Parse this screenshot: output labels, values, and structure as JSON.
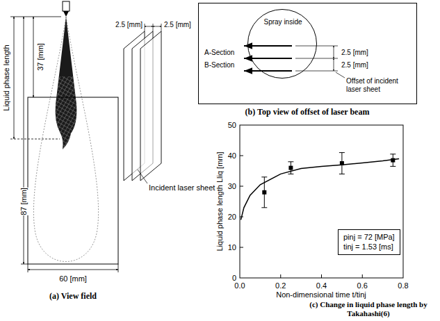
{
  "diagram": {
    "nodes": [
      {
        "text": [
          "A-Section",
          "B-Section",
          "2.5 [mm]",
          "2.5 [mm]",
          "Offset of incident laser sheet"
        ]
      },
      {
        "text": [
          "Spray inside"
        ],
        "in": 0
      },
      {
        "text": [
          "pinj = 72 [MPa]",
          "tinj = 1.53 [ms]"
        ]
      }
    ],
    "labels": [
      "Liquid phase length",
      "37 [mm]",
      "87 [mm]",
      "60 [mm]",
      "(a) View field",
      "2.5 [mm]",
      "2.5 [mm]",
      "Incident laser sheet",
      "(b) Top view of offset of laser beam",
      "Liquid phase length Lliq [mm]",
      "0",
      "10",
      "20",
      "30",
      "40",
      "50",
      "0.0",
      "0.2",
      "0.4",
      "0.6",
      "0.8",
      "Non-dimensional time t/tinj",
      "(c) Change in liquid phase length by Takahashi(6)"
    ]
  }
}
